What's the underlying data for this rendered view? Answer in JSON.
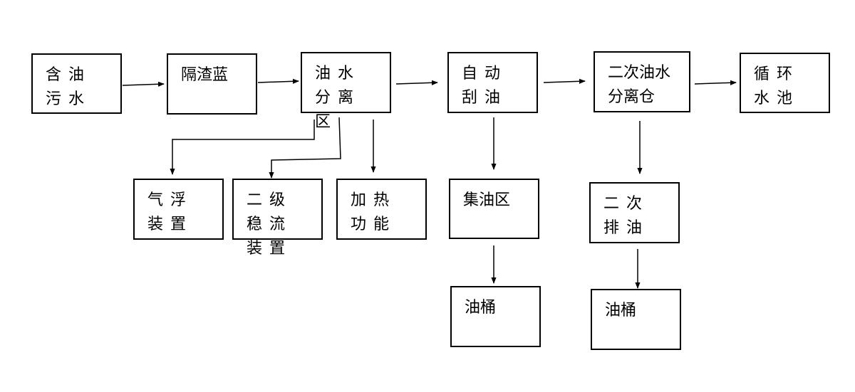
{
  "nodes": {
    "oily_wastewater": "含油污水",
    "slag_basket": "隔渣蓝",
    "oil_water_separation_zone": "油水分离区",
    "auto_scraper": "自动刮油",
    "secondary_separation_tank": "二次油水分离仓",
    "circulation_pool": "循环水池",
    "air_flotation": "气浮装置",
    "secondary_flow_stabilizer": "二级稳流装置",
    "heating_function": "加热功能",
    "oil_collection_zone": "集油区",
    "secondary_oil_discharge": "二次排油",
    "oil_bucket_1": "油桶",
    "oil_bucket_2": "油桶"
  },
  "colors": {
    "line": "#000000",
    "background": "#ffffff"
  }
}
